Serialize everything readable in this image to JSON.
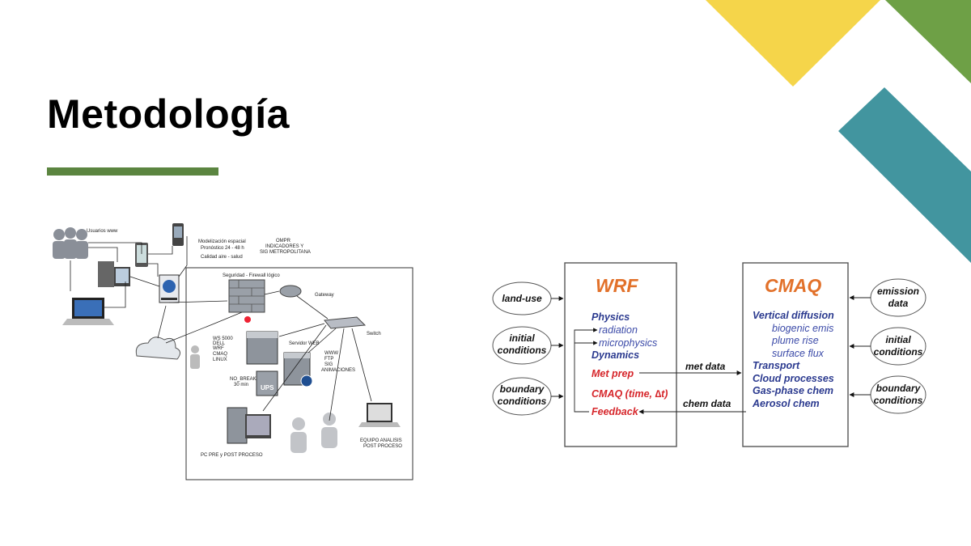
{
  "slide": {
    "title": "Metodología",
    "colors": {
      "accent_green": "#5b8540",
      "yellow": "#f5d54a",
      "teal": "#42959f",
      "dark_green": "#6ea046"
    }
  },
  "network": {
    "labels": {
      "usuarios": "Usuarios www",
      "modelizacion": "Modelización espacial",
      "pronostico": "Pronóstico 24 - 48 h",
      "calidad": "Calidad aire - salud",
      "ompr1": "OMPR",
      "ompr2": "INDICADORES Y",
      "ompr3": "SIG METROPOLITANA",
      "seguridad": "Seguridad - Firewall lógico",
      "gateway": "Gateway",
      "switch": "Switch",
      "ws1": "WS 5000",
      "ws2": "DELL",
      "ws3": "WRF",
      "ws4": "CMAQ",
      "ws5": "LINUX",
      "servidor": "Servidor WEB",
      "www1": "WWW",
      "www2": "FTP",
      "www3": "SIG",
      "www4": "ANIMACIONES",
      "nobreak1": "NO_BREAK",
      "nobreak2": "30 min",
      "ups": "UPS",
      "pc": "PC PRE y POST PROCESO",
      "equipo1": "EQUIPO ANALISIS",
      "equipo2": "POST PROCESO"
    }
  },
  "flow": {
    "wrf": {
      "title": "WRF",
      "items": [
        "Physics",
        "radiation",
        "microphysics",
        "Dynamics",
        "Met prep",
        "CMAQ (time, ∆t)",
        "Feedback"
      ]
    },
    "cmaq": {
      "title": "CMAQ",
      "items": [
        "Vertical diffusion",
        "biogenic emis",
        "plume rise",
        "surface flux",
        "Transport",
        "Cloud processes",
        "Gas-phase chem",
        "Aerosol chem"
      ]
    },
    "left_inputs": [
      "land-use",
      "initial",
      "conditions",
      "boundary",
      "conditions"
    ],
    "right_inputs": [
      "emission",
      "data",
      "initial",
      "conditions",
      "boundary",
      "conditions"
    ],
    "arrows": {
      "met": "met data",
      "chem": "chem data"
    }
  }
}
